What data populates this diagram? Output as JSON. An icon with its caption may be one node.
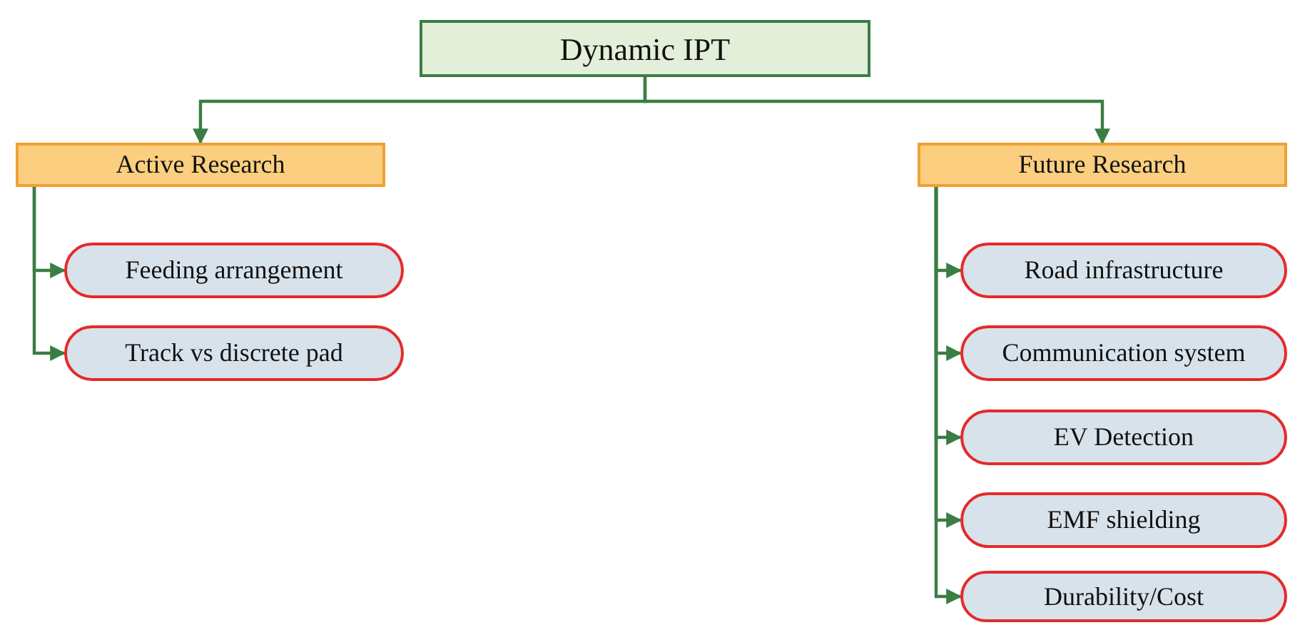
{
  "diagram": {
    "nodes": [
      {
        "text": [
          "Dynamic IPT"
        ]
      },
      {
        "text": [
          "Active Research"
        ]
      },
      {
        "text": [
          "Future Research"
        ]
      },
      {
        "text": [
          "Feeding arrangement"
        ]
      },
      {
        "text": [
          "Track vs discrete pad"
        ]
      },
      {
        "text": [
          "Road infrastructure"
        ]
      },
      {
        "text": [
          "Communication system"
        ]
      },
      {
        "text": [
          "EV Detection"
        ]
      },
      {
        "text": [
          "EMF shielding"
        ]
      },
      {
        "text": [
          "Durability/Cost"
        ]
      }
    ],
    "edges": [
      {
        "from": 0,
        "to": 1,
        "arrow": "to"
      },
      {
        "from": 0,
        "to": 2,
        "arrow": "to"
      },
      {
        "from": 1,
        "to": 3,
        "arrow": "to"
      },
      {
        "from": 1,
        "to": 4,
        "arrow": "to"
      },
      {
        "from": 2,
        "to": 5,
        "arrow": "to"
      },
      {
        "from": 2,
        "to": 6,
        "arrow": "to"
      },
      {
        "from": 2,
        "to": 7,
        "arrow": "to"
      },
      {
        "from": 2,
        "to": 8,
        "arrow": "to"
      },
      {
        "from": 2,
        "to": 9,
        "arrow": "to"
      }
    ]
  }
}
